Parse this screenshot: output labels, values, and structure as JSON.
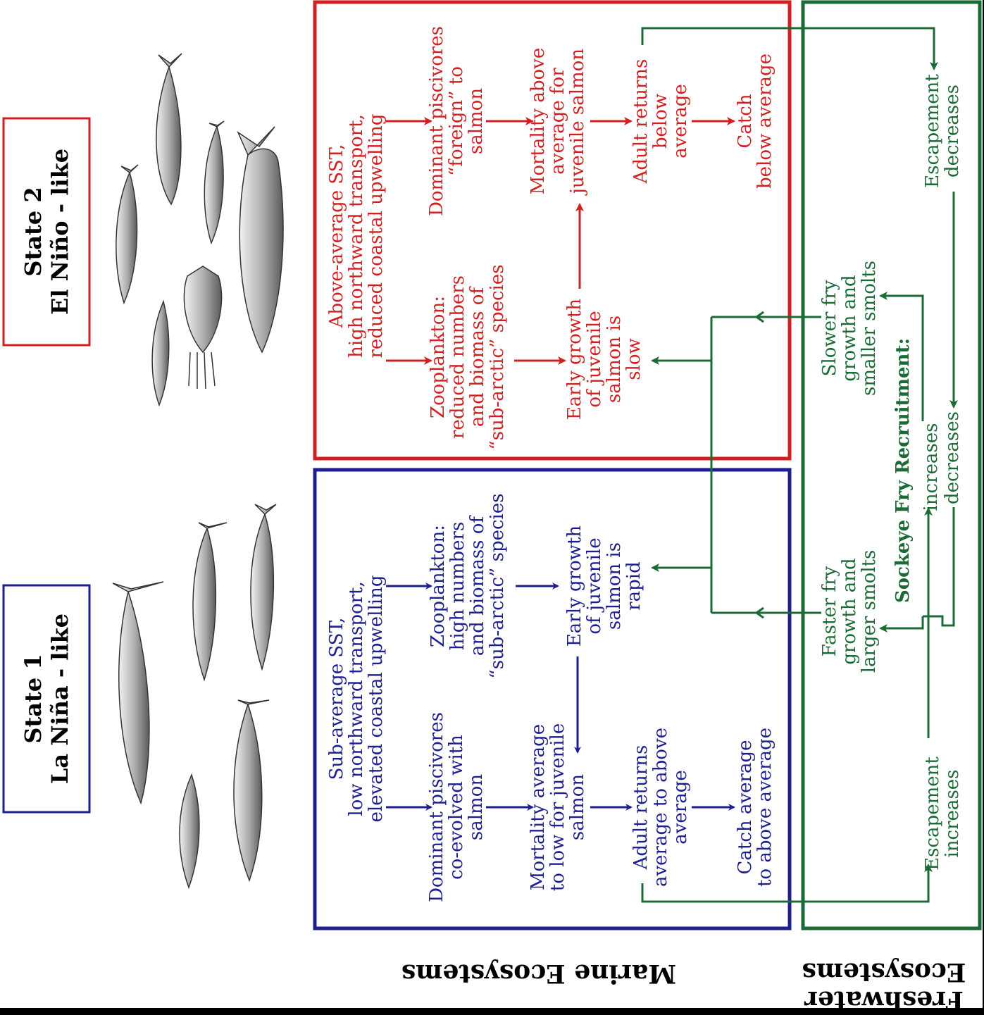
{
  "colors": {
    "state1": "#1d1f8f",
    "state2": "#d21f22",
    "freshwater": "#1a6b35",
    "label": "#000000"
  },
  "section_labels": {
    "marine": "Marine Ecosystems",
    "freshwater": [
      "Freshwater",
      "Ecosystems"
    ]
  },
  "state1": {
    "title": [
      "State 1",
      "La Niña - like"
    ],
    "fish_icon": "fish-illustration",
    "nodes": {
      "sst": [
        "Sub-average SST,",
        "low northward transport,",
        "elevated coastal upwelling"
      ],
      "zooplankton": [
        "Zooplankton:",
        "high numbers",
        "and biomass of",
        "“sub-arctic” species"
      ],
      "piscivores": [
        "Dominant piscivores",
        "co-evolved with",
        "salmon"
      ],
      "growth": [
        "Early growth",
        "of juvenile",
        "salmon is",
        "rapid"
      ],
      "mortality": [
        "Mortality average",
        "to low for juvenile",
        "salmon"
      ],
      "adult_returns": [
        "Adult returns",
        "average to above",
        "average"
      ],
      "catch": [
        "Catch average",
        "to above average"
      ]
    }
  },
  "state2": {
    "title": [
      "State 2",
      "El Niño - like"
    ],
    "fish_icon": "fish-and-squid-illustration",
    "nodes": {
      "sst": [
        "Above-average SST,",
        "high northward transport,",
        "reduced coastal upwelling"
      ],
      "zooplankton": [
        "Zooplankton:",
        "reduced numbers",
        "and biomass of",
        "“sub-arctic” species"
      ],
      "piscivores": [
        "Dominant piscivores",
        "“foreign” to",
        "salmon"
      ],
      "growth": [
        "Early growth",
        "of juvenile",
        "salmon is",
        "slow"
      ],
      "mortality": [
        "Mortality above",
        "average for",
        "juvenile salmon"
      ],
      "adult_returns": [
        "Adult returns",
        "below",
        "average"
      ],
      "catch": [
        "Catch",
        "below average"
      ]
    }
  },
  "freshwater": {
    "faster_fry": [
      "Faster fry",
      "growth and",
      "larger smolts"
    ],
    "slower_fry": [
      "Slower fry",
      "growth and",
      "smaller smolts"
    ],
    "recruitment_title": "Sockeye Fry Recruitment:",
    "increases": "increases",
    "decreases": "decreases",
    "escapement_increases": [
      "Escapement",
      "increases"
    ],
    "escapement_decreases": [
      "Escapement",
      "decreases"
    ]
  }
}
